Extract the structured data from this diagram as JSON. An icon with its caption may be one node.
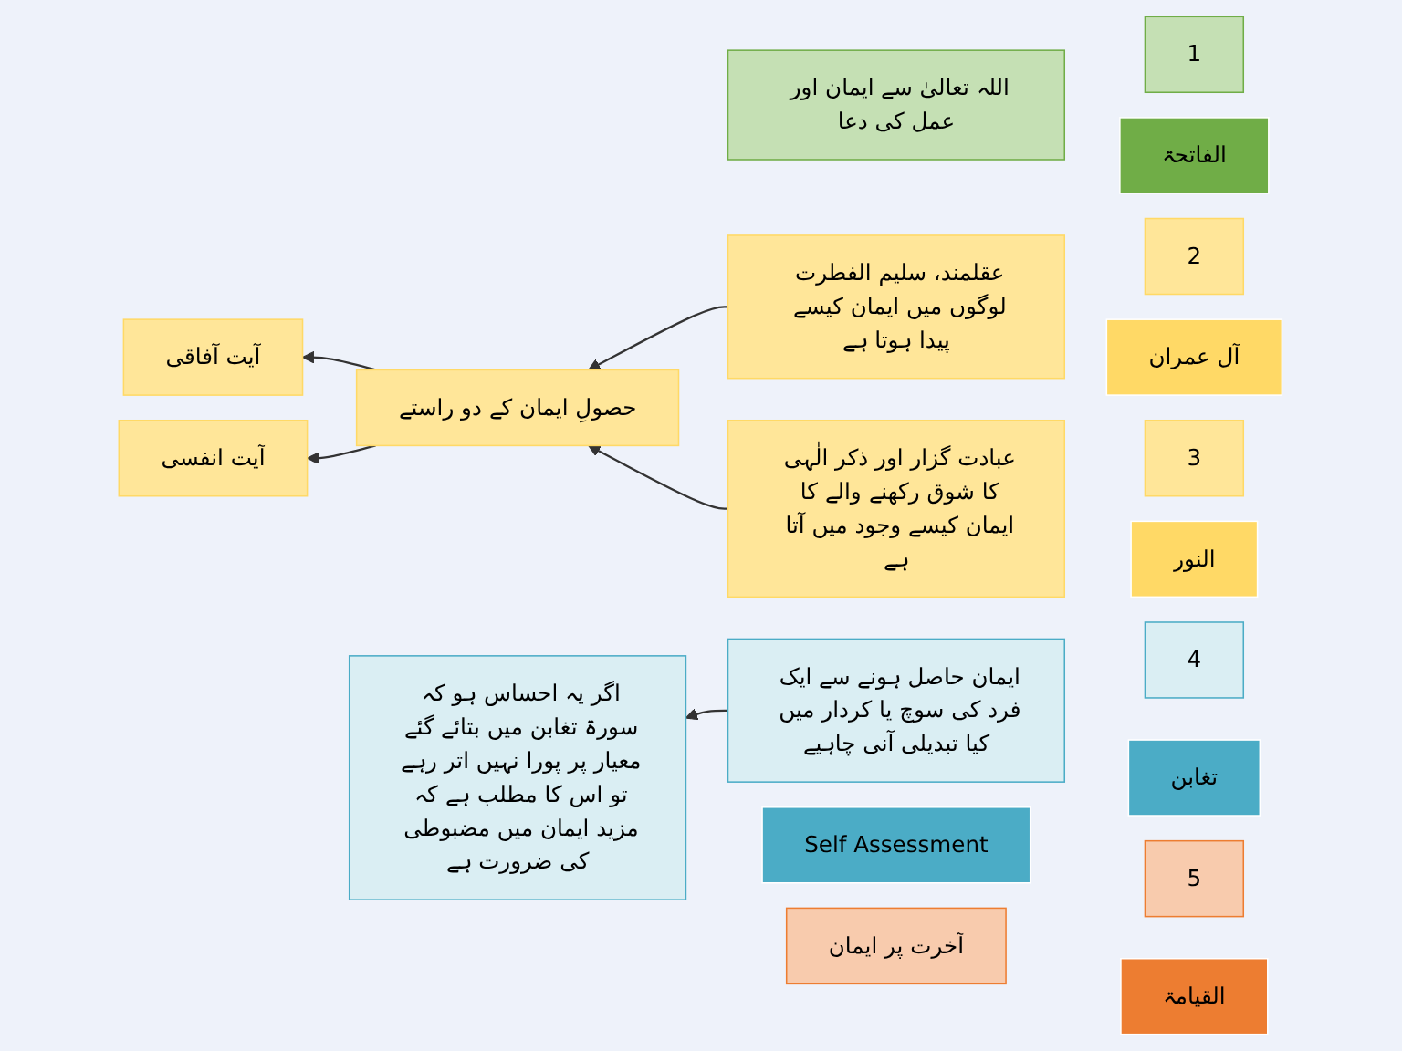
{
  "diagram": {
    "nodes": [
      {
        "text": [
          "1"
        ]
      },
      {
        "text": [
          "الفاتحۃ"
        ]
      },
      {
        "text": [
          "اللہ تعالیٰ سے ایمان اور عمل کی دعا"
        ]
      },
      {
        "text": [
          "2"
        ]
      },
      {
        "text": [
          "آل عمران"
        ]
      },
      {
        "text": [
          "عقلمند، سلیم الفطرت لوگوں میں ایمان کیسے پیدا ہوتا ہے"
        ]
      },
      {
        "text": [
          "حصولِ ایمان کے دو راستے"
        ]
      },
      {
        "text": [
          "آیت آفاقی"
        ]
      },
      {
        "text": [
          "3"
        ]
      },
      {
        "text": [
          "النور"
        ]
      },
      {
        "text": [
          "عبادت گزار اور ذکر الٰہی کا شوق رکھنے والے کا ایمان کیسے وجود میں آتا ہے"
        ]
      },
      {
        "text": [
          "آیت انفسی"
        ]
      },
      {
        "text": [
          "4"
        ]
      },
      {
        "text": [
          "تغابن"
        ]
      },
      {
        "text": [
          "ایمان حاصل ہونے سے ایک فرد کی سوچ یا کردار میں کیا تبدیلی آنی چاہیے"
        ]
      },
      {
        "text": [
          "Self Assessment"
        ]
      },
      {
        "text": [
          "اگر یہ احساس ہو کہ سورۃ تغابن میں بتائے گئے معیار پر پورا نہیں اتر رہے تو اس کا مطلب ہے کہ مزید ایمان میں مضبوطی کی ضرورت ہے"
        ]
      },
      {
        "text": [
          "5"
        ]
      },
      {
        "text": [
          "القیامۃ"
        ]
      },
      {
        "text": [
          "آخرت پر ایمان"
        ]
      }
    ],
    "edges": [
      {
        "from": 5,
        "to": 6,
        "arrow": "to"
      },
      {
        "from": 10,
        "to": 6,
        "arrow": "to"
      },
      {
        "from": 6,
        "to": 7,
        "arrow": "to"
      },
      {
        "from": 6,
        "to": 11,
        "arrow": "to"
      },
      {
        "from": 14,
        "to": 16,
        "arrow": "to"
      }
    ]
  }
}
